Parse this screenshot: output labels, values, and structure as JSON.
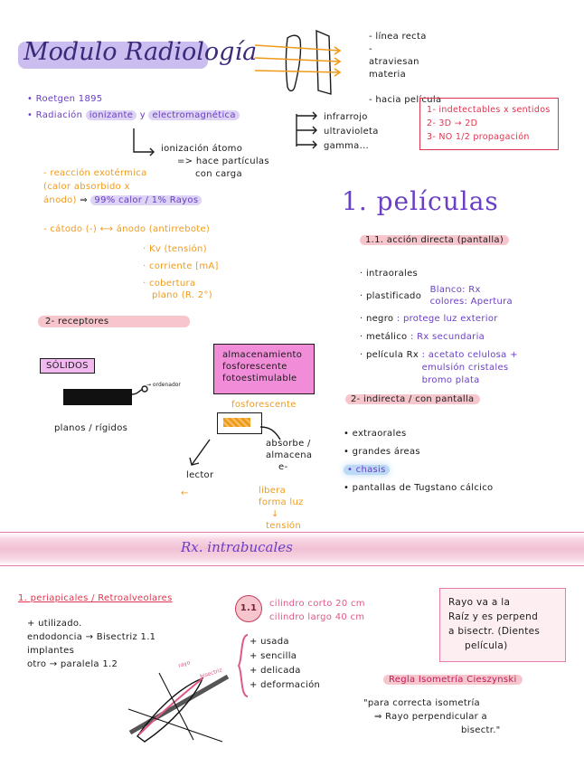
{
  "title": "Modulo Radiología",
  "rays_notes": [
    "- línea recta",
    "- atraviesan materia",
    "- hacia película"
  ],
  "intro": {
    "roentgen": "• Roetgen 1895",
    "radiacion": {
      "prefix": "• Radiación",
      "ionizante": "ionizante",
      "y": "y",
      "electro": "electromagnética"
    },
    "types": [
      "infrarrojo",
      "ultravioleta",
      "gamma..."
    ],
    "ionizacion": [
      "ionización átomo",
      "=> hace partículas",
      "con carga"
    ]
  },
  "redbox": [
    "1- indetectables x sentidos",
    "2- 3D → 2D",
    "3- NO 1/2 propagación"
  ],
  "reaccion": {
    "lines": [
      "- reacción exotérmica",
      "(calor absorbido x",
      "ánodo)"
    ],
    "highlight": "99% calor / 1% Rayos"
  },
  "catodo": {
    "left": "- cátodo (-)",
    "right": "ánodo (antirrebote)"
  },
  "params": [
    "· Kv (tensión)",
    "· corriente [mA]",
    "· cobertura",
    "plano (R. 2°)"
  ],
  "peliculas": {
    "title": "1. películas",
    "directa": {
      "label": "1.1. acción directa (pantalla)"
    },
    "items": [
      {
        "k": "· intraorales",
        "v": ""
      },
      {
        "k": "· plastificado",
        "v": "Blanco: Rx",
        "v2": "colores: Apertura"
      },
      {
        "k": "· negro",
        "v": ": protege luz exterior"
      },
      {
        "k": "· metálico",
        "v": ": Rx secundaria"
      },
      {
        "k": "· película Rx",
        "v": ": acetato celulosa +",
        "v2": "emulsión cristales",
        "v3": "bromo plata"
      }
    ],
    "indirecta": "2- indirecta / con pantalla",
    "ind_items": [
      "• extraorales",
      "• grandes áreas",
      "• chasis",
      "• pantallas de Tugstano cálcico"
    ]
  },
  "receptores": {
    "label": "2- receptores",
    "solidos": "SÓLIDOS",
    "ordenador": "→ ordenador",
    "planos": "planos / rígidos",
    "fosforo_box": [
      "almacenamiento",
      "fosforescente",
      "fotoestimulable"
    ],
    "fosforescente": "fosforescente",
    "absorbe": [
      "absorbe /",
      "almacena",
      "e-"
    ],
    "lector": "lector",
    "libera": [
      "libera",
      "forma luz",
      "↓",
      "tensión"
    ]
  },
  "intrabucales": "Rx. intrabucales",
  "section2": {
    "periapicales": "1. periapicales / Retroalveolares",
    "lines": [
      "+ utilizado.",
      "endodoncia → Bisectriz 1.1",
      "implantes",
      "otro → paralela 1.2"
    ],
    "num": "1.1",
    "cilindro": [
      "cilindro corto 20 cm",
      "cilindro largo 40 cm"
    ],
    "list": [
      "+ usada",
      "+ sencilla",
      "+ delicada",
      "+ deformación"
    ],
    "box": [
      "Rayo va a la",
      "Raíz y es perpend",
      "a bisectr. (Dientes",
      "película)"
    ],
    "regla": "Regla Isometría Cieszynski",
    "regla_text": [
      "\"para correcta isometría",
      "⇒ Rayo perpendicular a",
      "bisectr.\""
    ],
    "diag_labels": [
      "rayo",
      "bisectriz"
    ]
  }
}
